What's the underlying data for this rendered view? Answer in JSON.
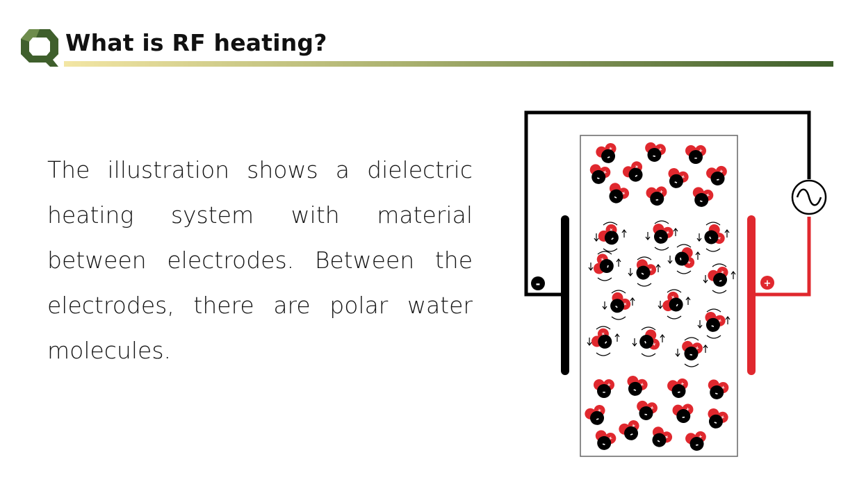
{
  "header": {
    "title": "What is RF heating?",
    "logo_letter": "Q"
  },
  "body": {
    "paragraph": "The illustration shows a dielectric heating system with material between electrodes. Between the electrodes, there are polar water molecules."
  },
  "diagram": {
    "negative_terminal": "-",
    "positive_terminal": "+",
    "ac_source_symbol": "~",
    "molecule_minus": "-",
    "molecule_plus": "+",
    "colors": {
      "negative_electrode": "#000000",
      "positive_electrode": "#e0282e",
      "hydrogen": "#e0282e",
      "oxygen": "#000000",
      "title_rule_start": "#f3e6a4",
      "title_rule_end": "#3d5e2a",
      "logo": "#3f5f2c"
    }
  }
}
